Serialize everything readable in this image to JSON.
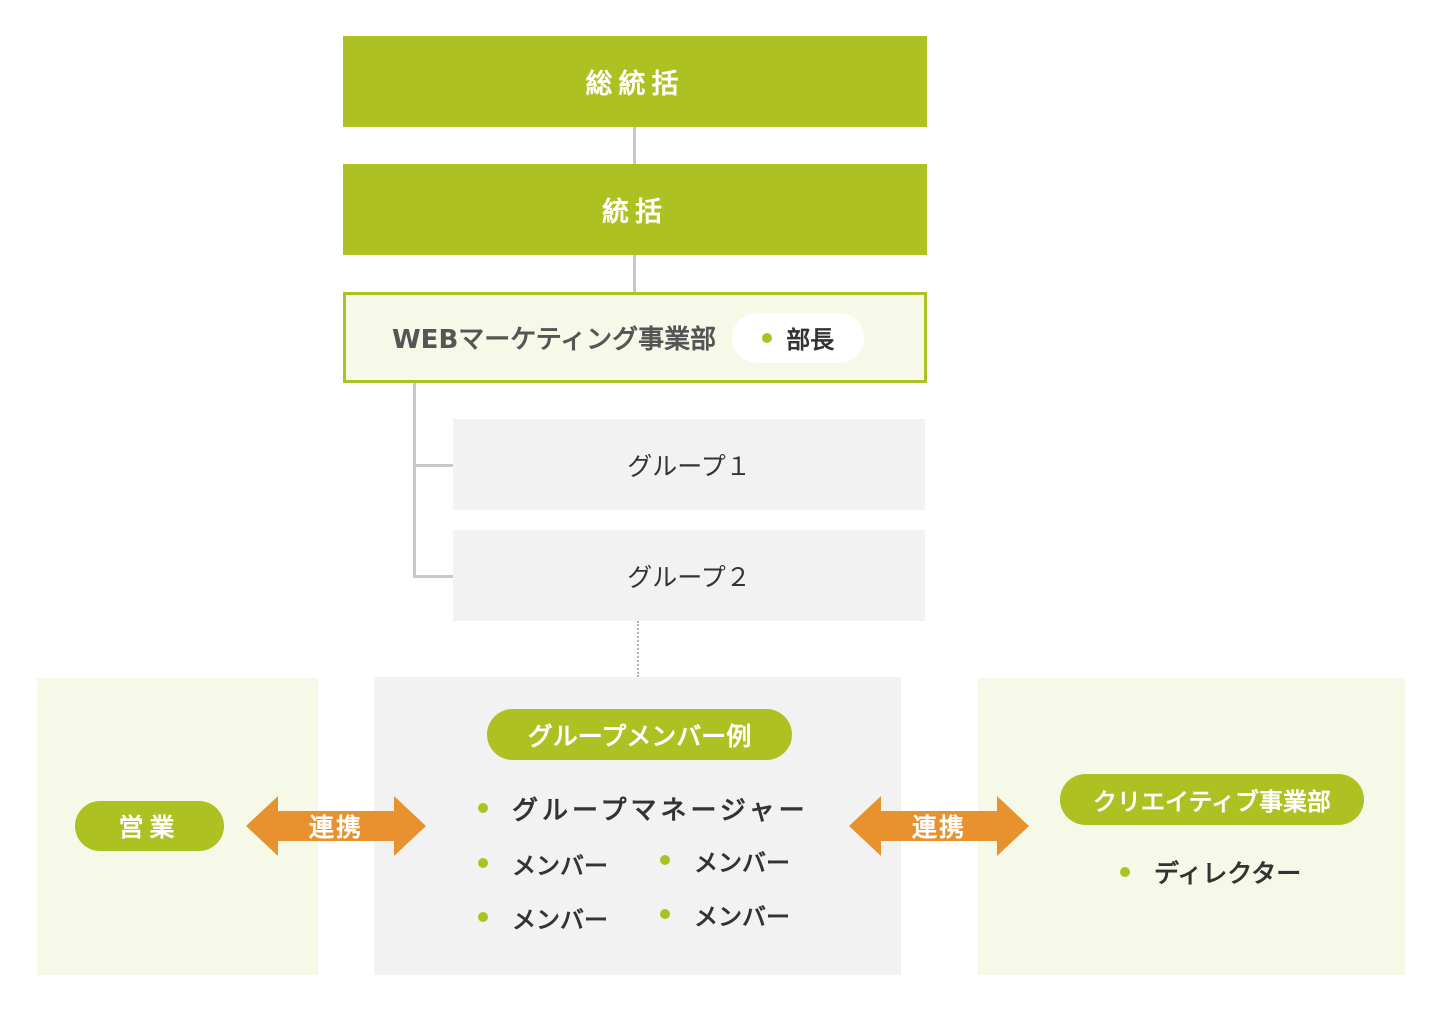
{
  "top": {
    "label": "総統括"
  },
  "second": {
    "label": "統括"
  },
  "department": {
    "name": "WEBマーケティング事業部",
    "head": "部長"
  },
  "groups": [
    {
      "label": "グループ１"
    },
    {
      "label": "グループ２"
    }
  ],
  "left_panel": {
    "label": "営業"
  },
  "center_panel": {
    "title": "グループメンバー例",
    "manager": "グループマネージャー",
    "members": [
      "メンバー",
      "メンバー",
      "メンバー",
      "メンバー"
    ]
  },
  "right_panel": {
    "title": "クリエイティブ事業部",
    "role": "ディレクター"
  },
  "links": {
    "left": "連携",
    "right": "連携"
  },
  "colors": {
    "green": "#aec122",
    "orange": "#e8922f",
    "pale": "#f6f9e7",
    "grey": "#f2f2f2"
  }
}
